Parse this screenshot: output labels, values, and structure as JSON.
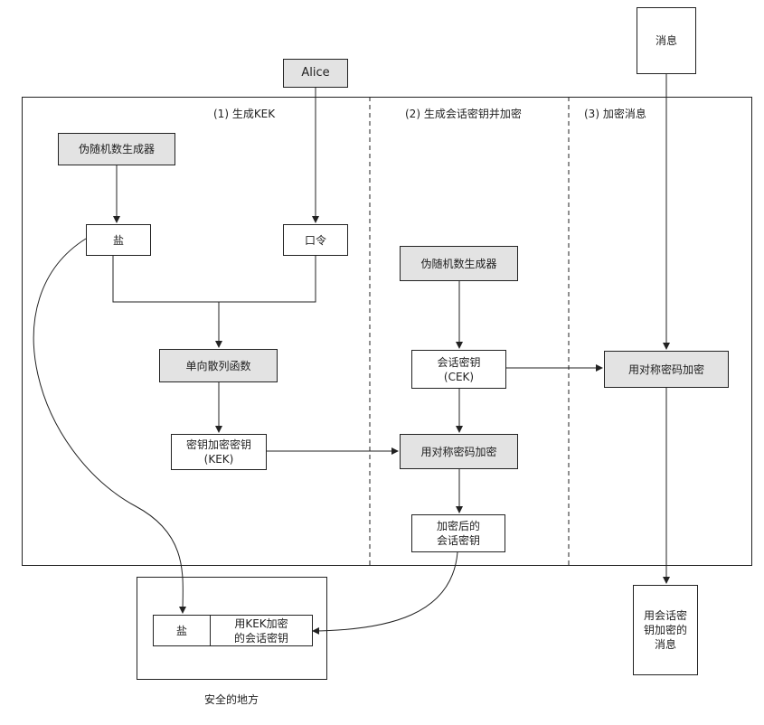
{
  "sections": {
    "s1": "(1) 生成KEK",
    "s2": "(2) 生成会话密钥并加密",
    "s3": "(3) 加密消息"
  },
  "nodes": {
    "alice": "Alice",
    "message": "消息",
    "prng1": "伪随机数生成器",
    "salt": "盐",
    "password": "口令",
    "hash": "单向散列函数",
    "kek": "密钥加密密钥\n(KEK)",
    "prng2": "伪随机数生成器",
    "cek": "会话密钥\n(CEK)",
    "sym_encrypt_cek": "用对称密码加密",
    "encrypted_cek": "加密后的\n会话密钥",
    "sym_encrypt_msg": "用对称密码加密",
    "encrypted_msg": "用会话密\n钥加密的\n消息",
    "stored_salt": "盐",
    "stored_cek": "用KEK加密\n的会话密钥"
  },
  "safe_place_label": "安全的地方"
}
